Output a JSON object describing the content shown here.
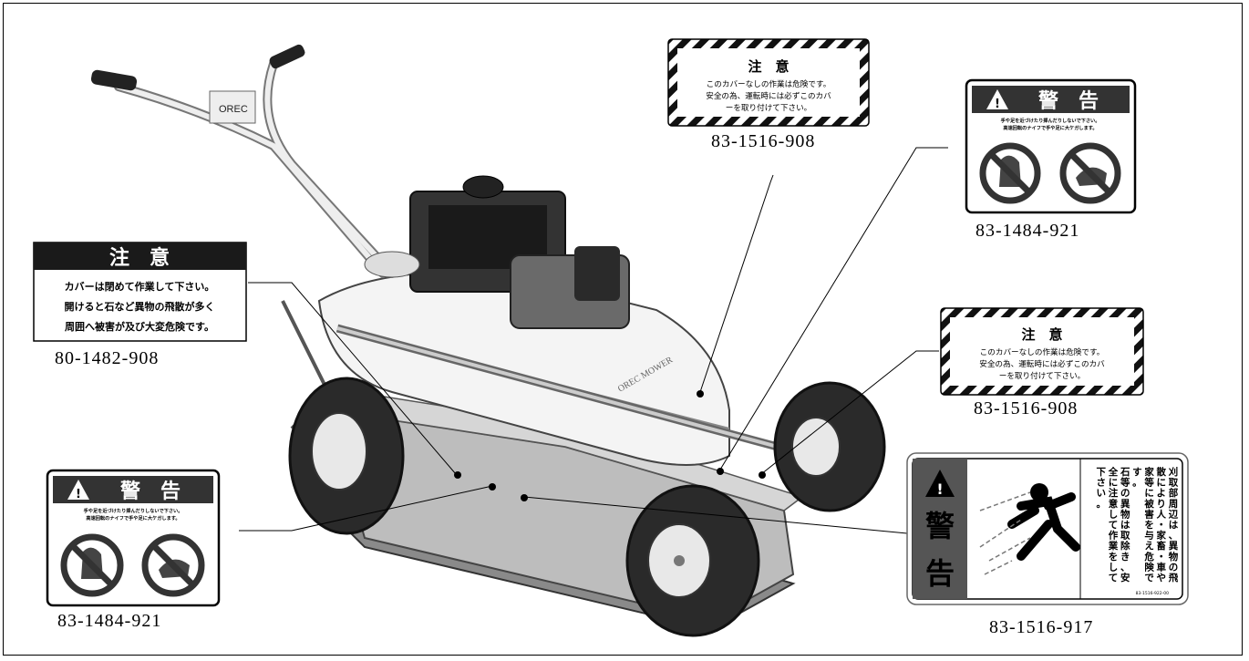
{
  "labels": {
    "cover_top": {
      "title": "注　意",
      "lines": [
        "このカバーなしの作業は危険です。",
        "安全の為、運転時には必ずこのカバ",
        "ーを取り付けて下さい。"
      ],
      "part": "83-1516-908"
    },
    "warn_right": {
      "title": "警　告",
      "lines": [
        "手や足を近づけたり挿んだりしないで下さい。",
        "高速回転のナイフで手や足に大ケガします。"
      ],
      "part": "83-1484-921"
    },
    "caution_left": {
      "title": "注　意",
      "lines": [
        "カバーは閉めて作業して下さい。",
        "開けると石など異物の飛散が多く",
        "周囲へ被害が及び大変危険です。"
      ],
      "part": "80-1482-908"
    },
    "cover_right": {
      "title": "注　意",
      "lines": [
        "このカバーなしの作業は危険です。",
        "安全の為、運転時には必ずこのカバ",
        "ーを取り付けて下さい。"
      ],
      "part": "83-1516-908"
    },
    "warn_left": {
      "title": "警　告",
      "lines": [
        "手や足を近づけたり挿んだりしないで下さい。",
        "高速回転のナイフで手や足に大ケガします。"
      ],
      "part": "83-1484-921"
    },
    "debris": {
      "header_chars": [
        "警",
        "告"
      ],
      "columns": [
        "刈取部周辺は、異物の飛",
        "散により人・家畜・車や",
        "家等に被害を与え危険で",
        "す。",
        "石等の異物は取除き、安",
        "全に注意して作業をして",
        "下さい。"
      ],
      "code": "83-1516-922-00",
      "part": "83-1516-917"
    }
  },
  "machine": {
    "brand": "OREC",
    "deck_text": "OREC MOWER"
  }
}
